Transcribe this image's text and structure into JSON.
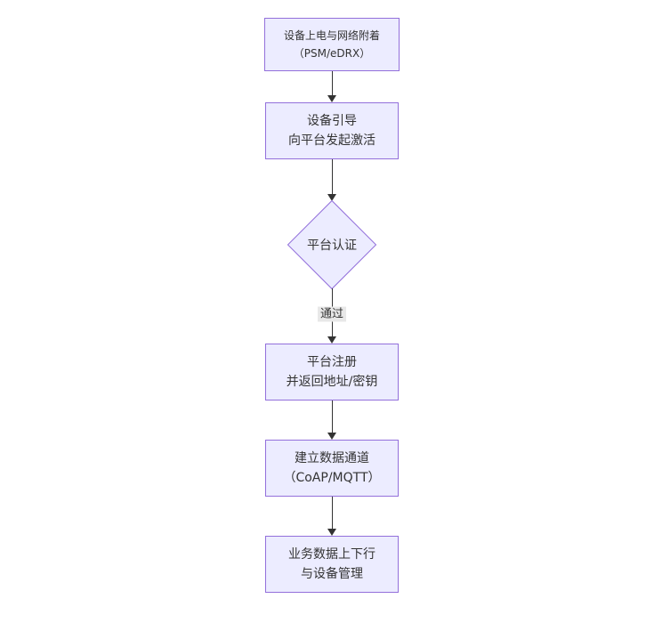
{
  "diagram": {
    "type": "flowchart",
    "direction": "top-down",
    "nodes": [
      {
        "shape": "rect",
        "line1": "设备上电与网络附着",
        "line2": "（PSM/eDRX）"
      },
      {
        "shape": "rect",
        "line1": "设备引导",
        "line2": "向平台发起激活"
      },
      {
        "shape": "diamond",
        "line1": "平台认证"
      },
      {
        "shape": "rect",
        "line1": "平台注册",
        "line2": "并返回地址/密钥"
      },
      {
        "shape": "rect",
        "line1": "建立数据通道",
        "line2": "（CoAP/MQTT）"
      },
      {
        "shape": "rect",
        "line1": "业务数据上下行",
        "line2": "与设备管理"
      }
    ],
    "edge_labels": {
      "pass": "通过"
    },
    "colors": {
      "node_fill": "#ECECFF",
      "node_border": "#9370DB",
      "text": "#333333",
      "arrow": "#333333",
      "edge_label_bg": "#E8E8E8",
      "background": "#FFFFFF"
    }
  }
}
